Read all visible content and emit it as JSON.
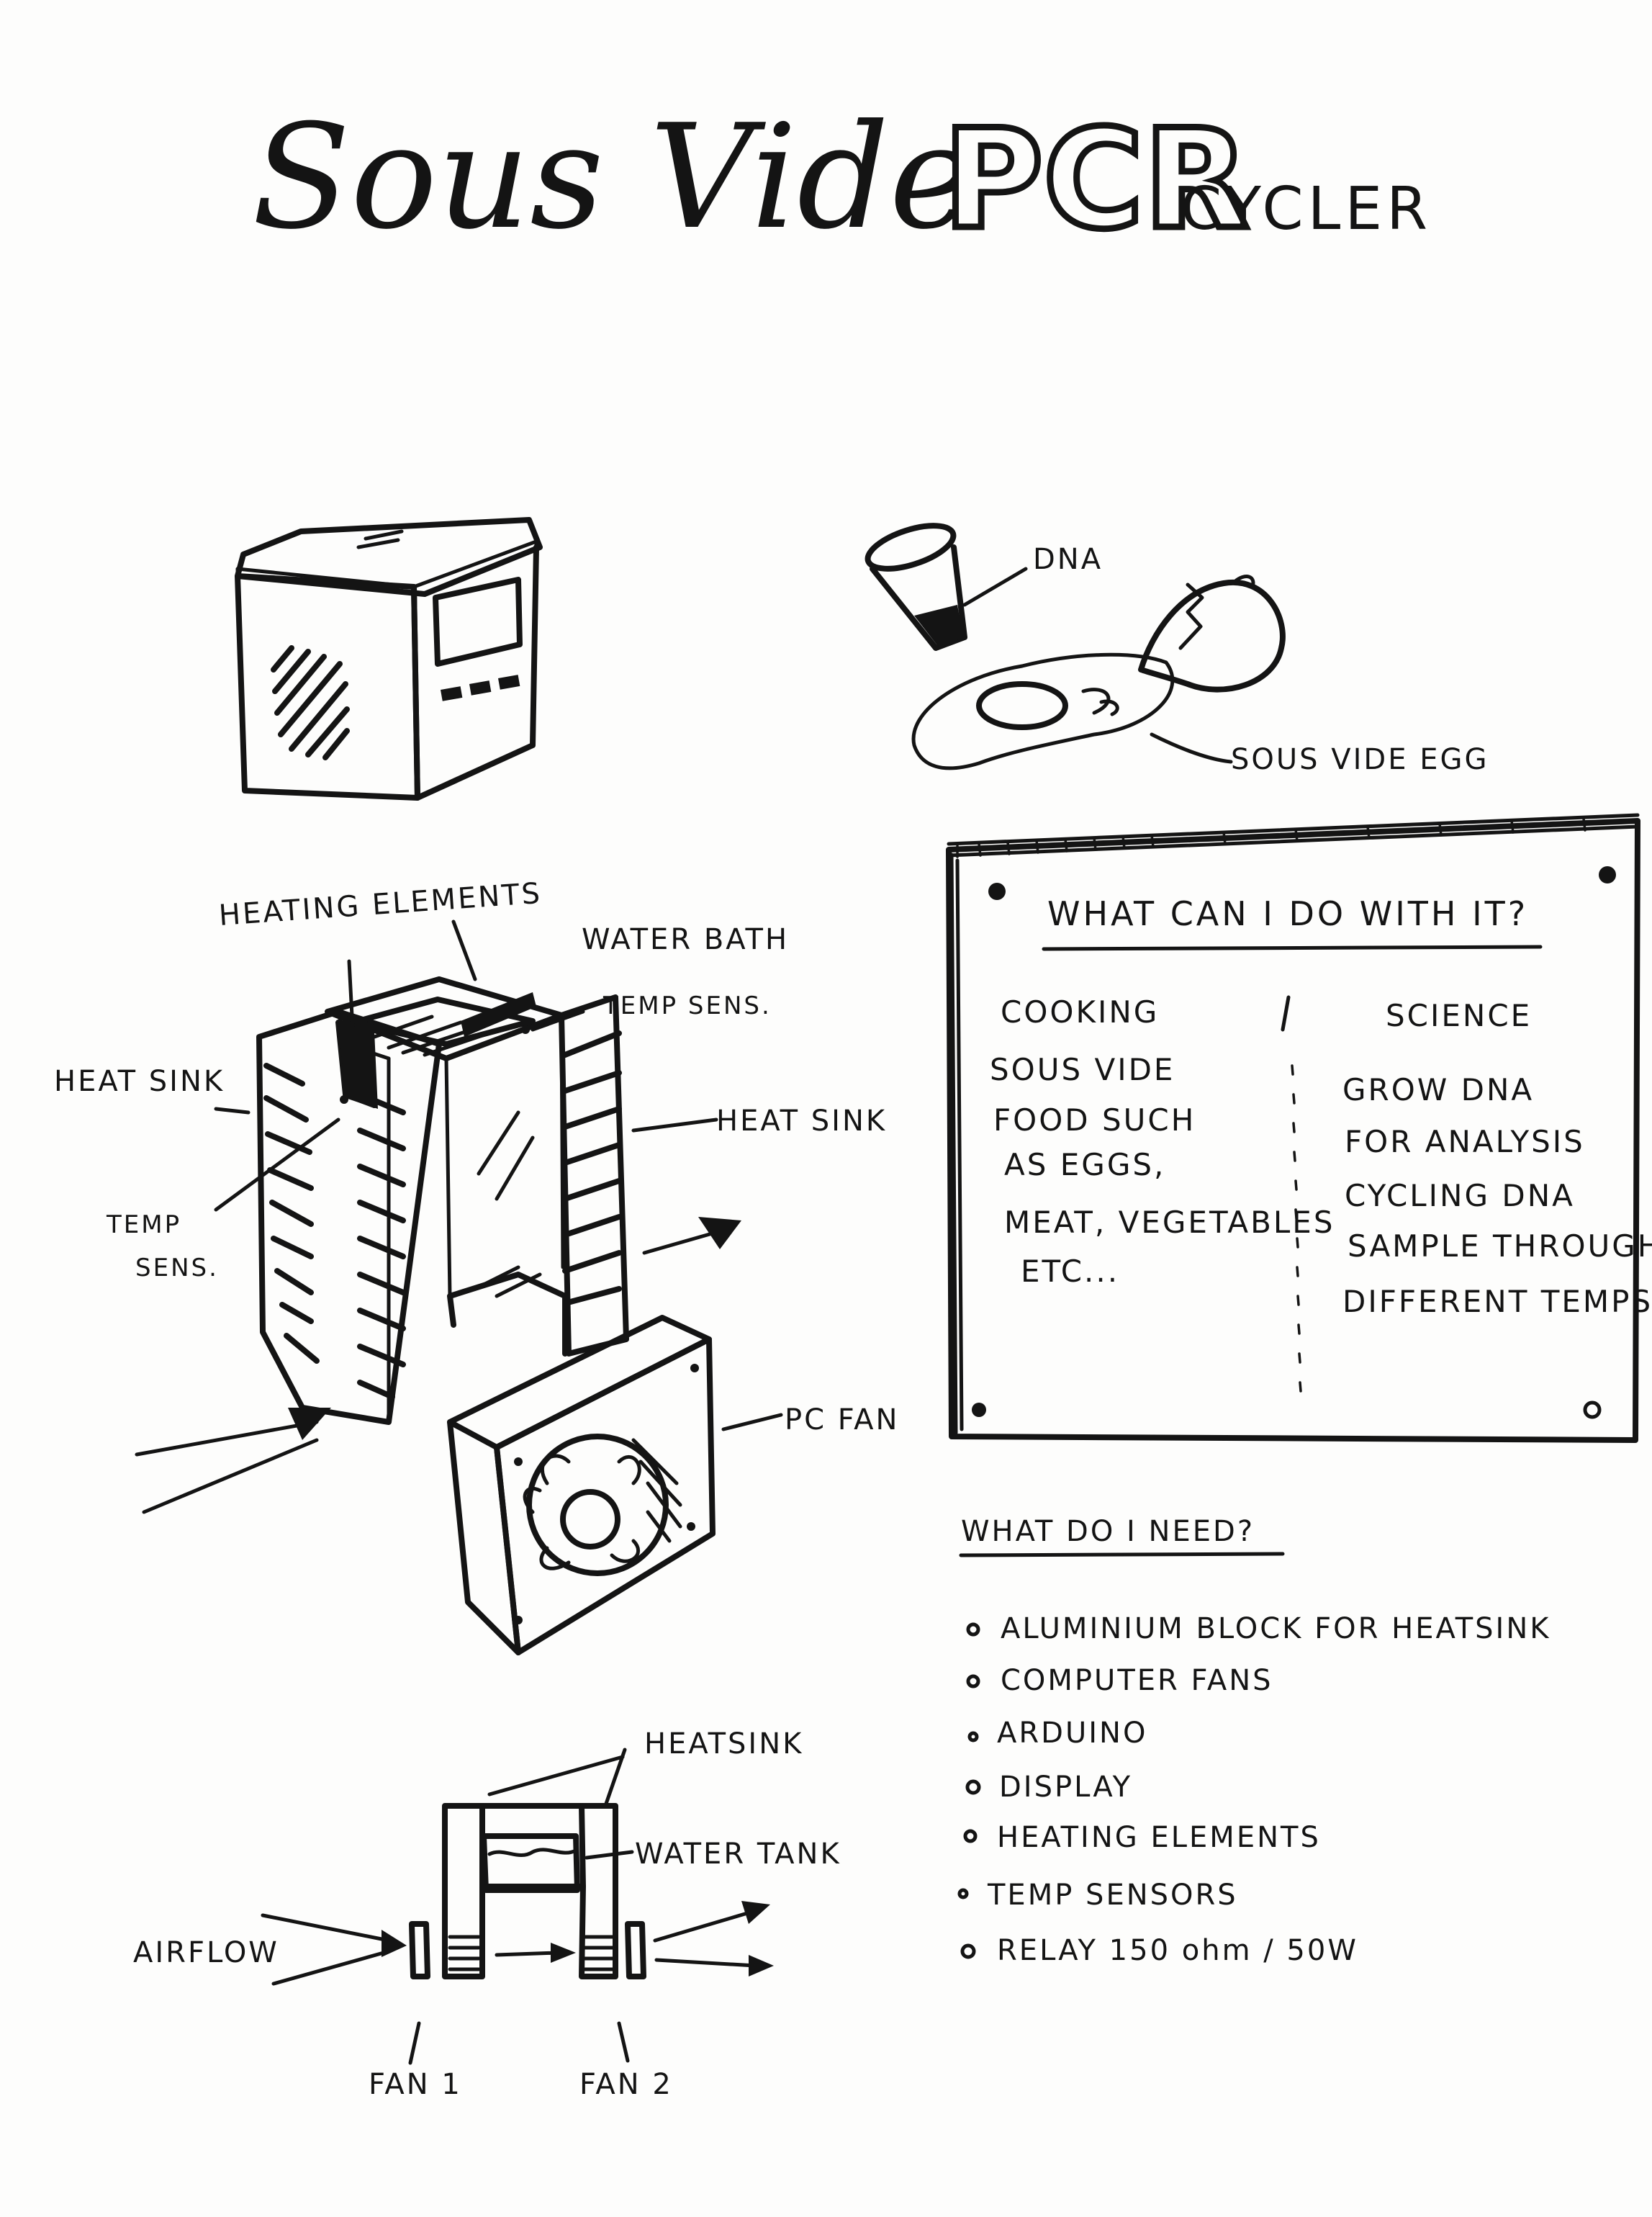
{
  "title": {
    "script": "Sous Vide",
    "pcr": "PCR",
    "cycler": "CYCLER"
  },
  "top_right_labels": {
    "dna": "DNA",
    "egg": "SOUS VIDE EGG"
  },
  "exploded_view_labels": {
    "heating_elements": "HEATING ELEMENTS",
    "water_bath": "WATER BATH",
    "temp_sens_top": "TEMP SENS.",
    "heat_sink_left": "HEAT SINK",
    "heat_sink_right": "HEAT SINK",
    "temp_sens_left_1": "TEMP",
    "temp_sens_left_2": "SENS.",
    "pc_fan": "PC FAN"
  },
  "board": {
    "title": "WHAT CAN I DO WITH IT?",
    "columns": [
      {
        "heading": "COOKING",
        "lines": [
          "SOUS VIDE",
          "FOOD SUCH",
          "AS EGGS,",
          "MEAT, VEGETABLES",
          "ETC..."
        ]
      },
      {
        "heading": "SCIENCE",
        "lines": [
          "GROW DNA",
          "FOR ANALYSIS",
          "CYCLING DNA",
          "SAMPLE THROUGH",
          "DIFFERENT TEMPS"
        ]
      }
    ]
  },
  "needs": {
    "title": "WHAT DO I NEED?",
    "items": [
      "ALUMINIUM BLOCK FOR HEATSINK",
      "COMPUTER FANS",
      "ARDUINO",
      "DISPLAY",
      "HEATING ELEMENTS",
      "TEMP SENSORS",
      "RELAY   150 ohm / 50W"
    ]
  },
  "cross_section_labels": {
    "heatsink": "HEATSINK",
    "water_tank": "WATER TANK",
    "airflow": "AIRFLOW",
    "fan1": "FAN 1",
    "fan2": "FAN 2"
  }
}
